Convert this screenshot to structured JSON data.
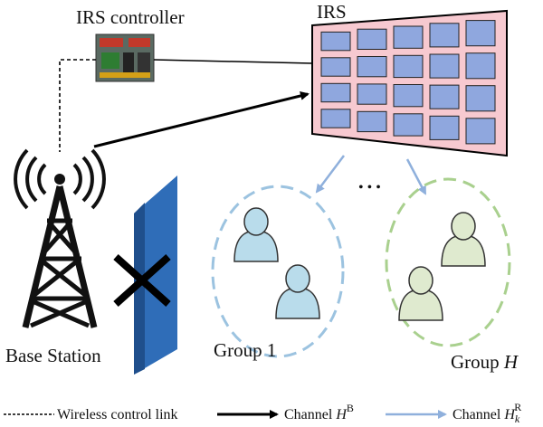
{
  "labels": {
    "irs_controller": "IRS controller",
    "irs": "IRS",
    "base_station": "Base Station",
    "group1": "Group 1",
    "group_h_prefix": "Group ",
    "group_h_var": "H",
    "dots": "• • •"
  },
  "legend": {
    "wireless_control_link": "Wireless control link",
    "channel": "Channel ",
    "hb_var": "H",
    "hb_sup": "B",
    "hr_var": "H",
    "hr_sub": "k",
    "hr_sup": "R"
  },
  "colors": {
    "irs_panel": "#f7c9d0",
    "irs_cell": "#8fa7de",
    "wall": "#2f6db8",
    "group1_user": "#b9dceb",
    "groupH_user": "#dfeacf",
    "group1_ellipse": "#9cc3e0",
    "groupH_ellipse": "#a9d08e",
    "ris_arrow": "#8fb0dc"
  },
  "icons": [
    "base-station-tower-icon",
    "irs-controller-board-icon",
    "blocked-x-icon",
    "user-icon"
  ]
}
